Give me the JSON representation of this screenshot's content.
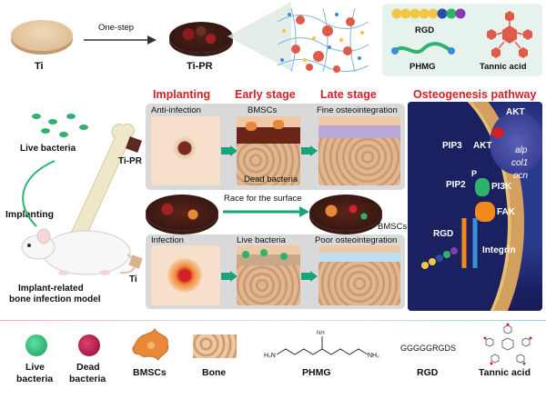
{
  "top": {
    "ti_label": "Ti",
    "arrow_label": "One-step",
    "tipr_label": "Ti-PR",
    "rgd_label": "RGD",
    "phmg_label": "PHMG",
    "tannic_label": "Tannic acid"
  },
  "stages": {
    "implanting": "Implanting",
    "early": "Early stage",
    "late": "Late stage",
    "pathway": "Osteogenesis pathway"
  },
  "left": {
    "live_bacteria": "Live bacteria",
    "tipr": "Ti-PR",
    "implanting": "Implanting",
    "model_line1": "Implant-related",
    "model_line2": "bone infection model",
    "ti": "Ti"
  },
  "upper_panel": {
    "anti_infection": "Anti-infection",
    "bmscs": "BMSCs",
    "fine": "Fine osteointegration",
    "dead_bacteria": "Dead bacteria"
  },
  "middle": {
    "race": "Race for the surface",
    "bmscs": "BMSCs"
  },
  "lower_panel": {
    "infection": "Infection",
    "live_bacteria": "Live bacteria",
    "poor": "Poor osteointegration"
  },
  "pathway": {
    "akt_top": "AKT",
    "alp": "alp",
    "col1": "col1",
    "ocn": "ocn",
    "pip3": "PIP3",
    "akt": "AKT",
    "pip2": "PIP2",
    "p": "P",
    "pi3k": "PI3K",
    "fak": "FAK",
    "rgd": "RGD",
    "integrin": "Integrin"
  },
  "legend": {
    "live_1": "Live",
    "live_2": "bacteria",
    "dead_1": "Dead",
    "dead_2": "bacteria",
    "bmscs": "BMSCs",
    "bone": "Bone",
    "phmg": "PHMG",
    "rgd": "RGD",
    "rgd_seq": "GGGGGRGDS",
    "tannic": "Tannic acid",
    "nh2_left": "H₂N",
    "nh2_right": "NH₂"
  },
  "colors": {
    "stage_red": "#d0202a",
    "live_green": "#2db36b",
    "dead_red": "#b01040",
    "bmsc_orange": "#e8893a",
    "panel_gray": "#d9d9d9",
    "teal": "#1aa37a"
  }
}
